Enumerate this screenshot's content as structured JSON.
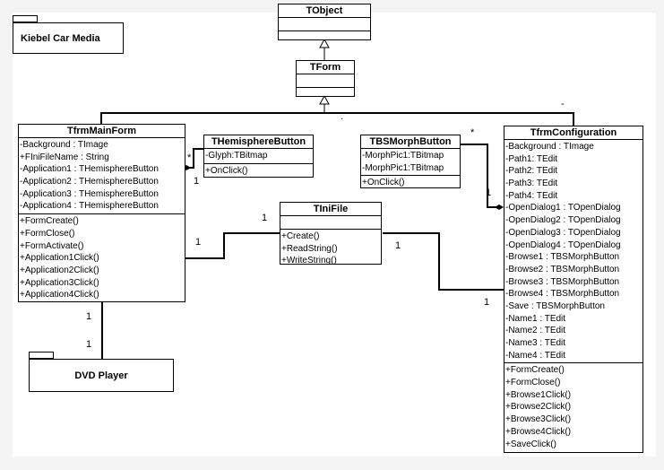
{
  "packages": {
    "kiebel": "Kiebel Car Media",
    "dvd": "DVD Player"
  },
  "tobject": {
    "title": "TObject"
  },
  "tform": {
    "title": "TForm"
  },
  "mainform": {
    "title": "TfrmMainForm",
    "attributes": [
      "-Background : TImage",
      "+FIniFileName : String",
      "-Application1 : THemisphereButton",
      "-Application2 : THemisphereButton",
      "-Application3 : THemisphereButton",
      "-Application4 : THemisphereButton"
    ],
    "methods": [
      "+FormCreate()",
      "+FormClose()",
      "+FormActivate()",
      "+Application1Click()",
      "+Application2Click()",
      "+Application3Click()",
      "+Application4Click()"
    ]
  },
  "hemisphere": {
    "title": "THemisphereButton",
    "attributes": [
      "-Glyph:TBitmap"
    ],
    "methods": [
      "+OnClick()"
    ]
  },
  "morph": {
    "title": "TBSMorphButton",
    "attributes": [
      "-MorphPic1:TBitmap",
      "-MorphPic1:TBitmap"
    ],
    "methods": [
      "+OnClick()"
    ]
  },
  "inifile": {
    "title": "TIniFile",
    "methods": [
      "+Create()",
      "+ReadString()",
      "+WriteString()"
    ]
  },
  "config": {
    "title": "TfrmConfiguration",
    "attributes": [
      "-Background : TImage",
      "-Path1: TEdit",
      "-Path2: TEdit",
      "-Path3: TEdit",
      "-Path4: TEdit",
      "-OpenDialog1 : TOpenDialog",
      "-OpenDialog2 : TOpenDialog",
      "-OpenDialog3 : TOpenDialog",
      "-OpenDialog4 : TOpenDialog",
      "-Browse1 : TBSMorphButton",
      "-Browse2 : TBSMorphButton",
      "-Browse3 : TBSMorphButton",
      "-Browse4 : TBSMorphButton",
      "-Save : TBSMorphButton",
      "-Name1 : TEdit",
      "-Name2 : TEdit",
      "-Name3 : TEdit",
      "-Name4 : TEdit"
    ],
    "methods": [
      "+FormCreate()",
      "+FormClose()",
      "+Browse1Click()",
      "+Browse2Click()",
      "+Browse3Click()",
      "+Browse4Click()",
      "+SaveClick()"
    ]
  },
  "multiplicities": {
    "hemi_star": "*",
    "hemi_one": "1",
    "morph_star": "*",
    "morph_one": "1",
    "ini_main_one": "1",
    "main_ini_one": "1",
    "ini_cfg_one": "1",
    "cfg_ini_one": "1",
    "main_dvd_one": "1",
    "dvd_main_one": "1",
    "tform_left": ".",
    "tform_right": "-"
  }
}
